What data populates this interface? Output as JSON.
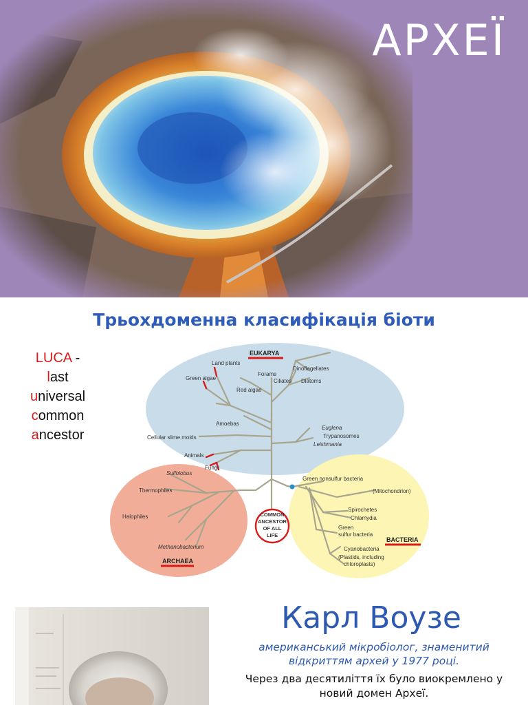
{
  "hero": {
    "title": "АРХЕЇ"
  },
  "slide2": {
    "title": "Трьохдоменна класифікація біоти",
    "luca": {
      "abbr": "LUCA",
      "dash": " -",
      "lines": [
        {
          "initial": "l",
          "rest": "ast"
        },
        {
          "initial": "u",
          "rest": "niversal"
        },
        {
          "initial": "c",
          "rest": "ommon"
        },
        {
          "initial": "a",
          "rest": "ncestor"
        }
      ]
    },
    "tree": {
      "eukarya": "EUKARYA",
      "archaea": "ARCHAEA",
      "bacteria": "BACTERIA",
      "ancestor_lines": [
        "COMMON",
        "ANCESTOR",
        "OF ALL",
        "LIFE"
      ],
      "eukarya_labels": {
        "land_plants": "Land plants",
        "green_algae": "Green algae",
        "forams": "Forams",
        "dinoflagellates": "Dinoflagellates",
        "ciliates": "Ciliates",
        "diatoms": "Diatoms",
        "red_algae": "Red algae",
        "amoebas": "Amoebas",
        "slime_molds": "Cellular slime molds",
        "euglena": "Euglena",
        "trypanosomes": "Trypanosomes",
        "leishmania": "Leishmania",
        "animals": "Animals",
        "fungi": "Fungi"
      },
      "archaea_labels": {
        "sulfolobus": "Sulfolobus",
        "thermophiles": "Thermophiles",
        "halophiles": "Halophiles",
        "methanobacterium": "Methanobacterium"
      },
      "bacteria_labels": {
        "green_nonsulfur": "Green nonsulfur bacteria",
        "mitochondrion": "(Mitochondrion)",
        "spirochetes": "Spirochetes",
        "chlamydia": "Chlamydia",
        "green_sulfur_1": "Green",
        "green_sulfur_2": "sulfur bacteria",
        "cyanobacteria": "Cyanobacteria",
        "plastids_1": "(Plastids, including",
        "plastids_2": "chloroplasts)"
      }
    }
  },
  "slide3": {
    "name": "Карл Воузе",
    "description": "американський мікробіолог, знаменитий відкриттям архей у 1977 році.",
    "note": "Через два десятиліття їх було виокремлено у новий домен Археї."
  },
  "colors": {
    "hero_bg": "#9e86b8",
    "title_blue": "#2e5cb8",
    "eukarya_fill": "#c9dcea",
    "archaea_fill": "#f2ad98",
    "bacteria_fill": "#fdf5b4",
    "accent_red": "#d81b1b"
  }
}
